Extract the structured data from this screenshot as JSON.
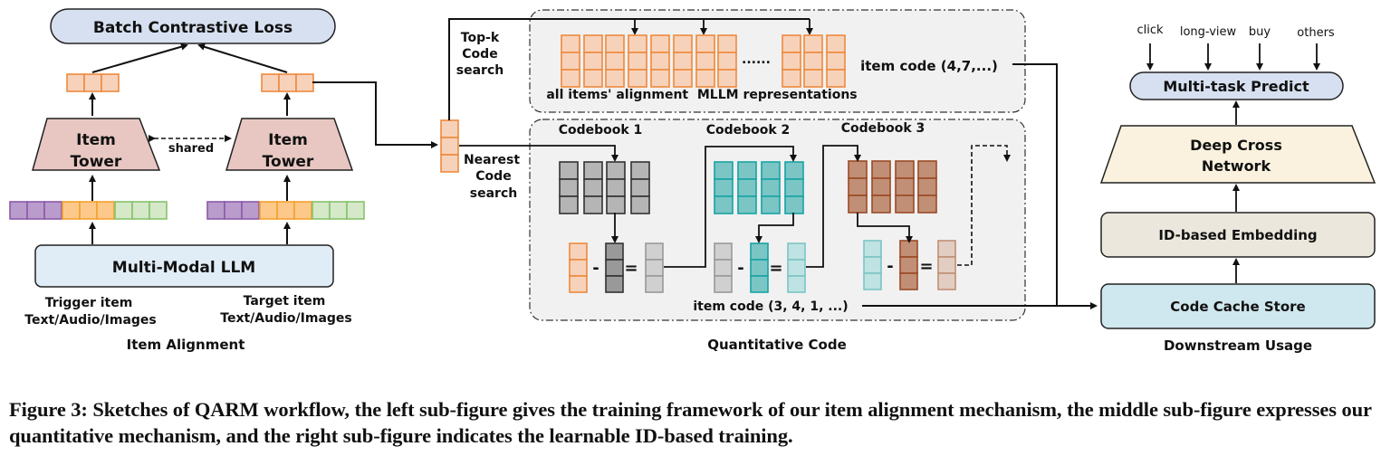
{
  "left": {
    "loss": "Batch Contrastive Loss",
    "tower": [
      "Item",
      "Tower"
    ],
    "shared": "shared",
    "llm": "Multi-Modal LLM",
    "trigger": [
      "Trigger item",
      "Text/Audio/Images"
    ],
    "target": [
      "Target item",
      "Text/Audio/Images"
    ],
    "title": "Item Alignment"
  },
  "middle": {
    "topk": [
      "Top-k",
      "Code",
      "search"
    ],
    "nearest": [
      "Nearest",
      "Code",
      "search"
    ],
    "all_items": "all items' alignment  MLLM representations",
    "dots": "......",
    "item_code_top": "item code (4,7,...)",
    "codebooks": [
      "Codebook 1",
      "Codebook 2",
      "Codebook 3"
    ],
    "item_code_bottom": "item code (3, 4, 1, ...)",
    "minus": "-",
    "equals": "=",
    "title": "Quantitative Code"
  },
  "right": {
    "tasks": [
      "click",
      "long-view",
      "buy",
      "others"
    ],
    "predict": "Multi-task Predict",
    "dcn": [
      "Deep Cross",
      "Network"
    ],
    "embedding": "ID-based Embedding",
    "cache": "Code Cache Store",
    "title": "Downstream Usage"
  },
  "caption": "Figure 3: Sketches of QARM workflow, the left sub-figure gives the training framework of our item alignment mechanism, the middle sub-figure expresses our quantitative mechanism, and the right sub-figure indicates the learnable ID-based training.",
  "colors": {
    "orange": "#ee8a3c",
    "orange_fill": "#f7d2bb",
    "purple": "#8a5aa8",
    "purple_fill": "#b99ccc",
    "amber": "#f3a12d",
    "amber_fill": "#fcc98a",
    "green": "#86c26b",
    "green_fill": "#d5e8c8",
    "gray": "#333333",
    "gray_fill": "#b5b5b5",
    "teal": "#18a3a3",
    "teal_fill": "#7cc5c5",
    "brown": "#9a4a25",
    "brown_fill": "#c18f76"
  }
}
